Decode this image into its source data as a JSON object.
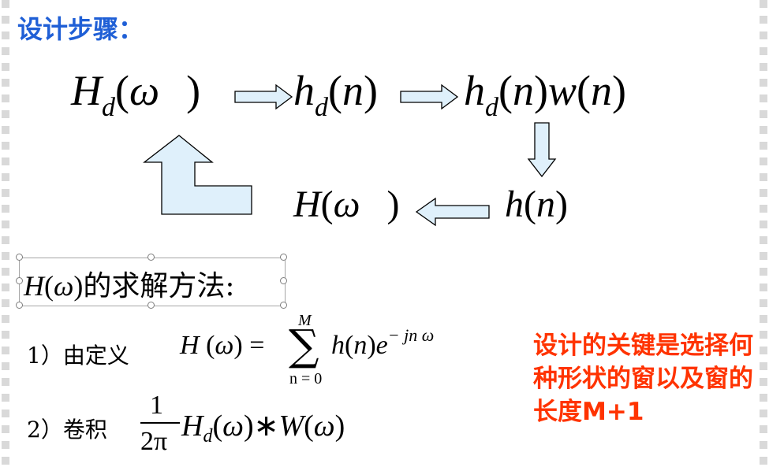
{
  "title": "设计步骤：",
  "flow": {
    "nodes": {
      "Hd_w": {
        "sym": "H",
        "sub": "d",
        "arg": "ω"
      },
      "hd_n": {
        "sym": "h",
        "sub": "d",
        "arg": "n"
      },
      "hdwn": {
        "sym": "h",
        "sub": "d",
        "arg": "n",
        "win": "w",
        "warg": "n"
      },
      "h_n": {
        "sym": "h",
        "arg": "n"
      },
      "H_w": {
        "sym": "H",
        "arg": "ω"
      }
    },
    "arrow_color": "#dff0fb"
  },
  "methods": {
    "heading_sym": "H",
    "heading_arg": "ω",
    "heading_text": "的求解方法:",
    "step1_label": "1）由定义",
    "step1_eq": {
      "lhs_sym": "H",
      "lhs_arg": "ω",
      "eq": "=",
      "sum_top": "M",
      "sum_bottom": "n = 0",
      "term": "h",
      "term_arg": "n",
      "exp_base": "e",
      "exp_power": "− jn ω"
    },
    "step2_label": "2）卷积",
    "step2_eq": {
      "frac_num": "1",
      "frac_den": "2π",
      "H": "H",
      "H_sub": "d",
      "H_arg": "ω",
      "op": "∗",
      "W": "W",
      "W_arg": "ω"
    }
  },
  "note": "设计的关键是选择何种形状的窗以及窗的长度M+1",
  "colors": {
    "title": "#1f5fd6",
    "note": "#ff3300"
  }
}
